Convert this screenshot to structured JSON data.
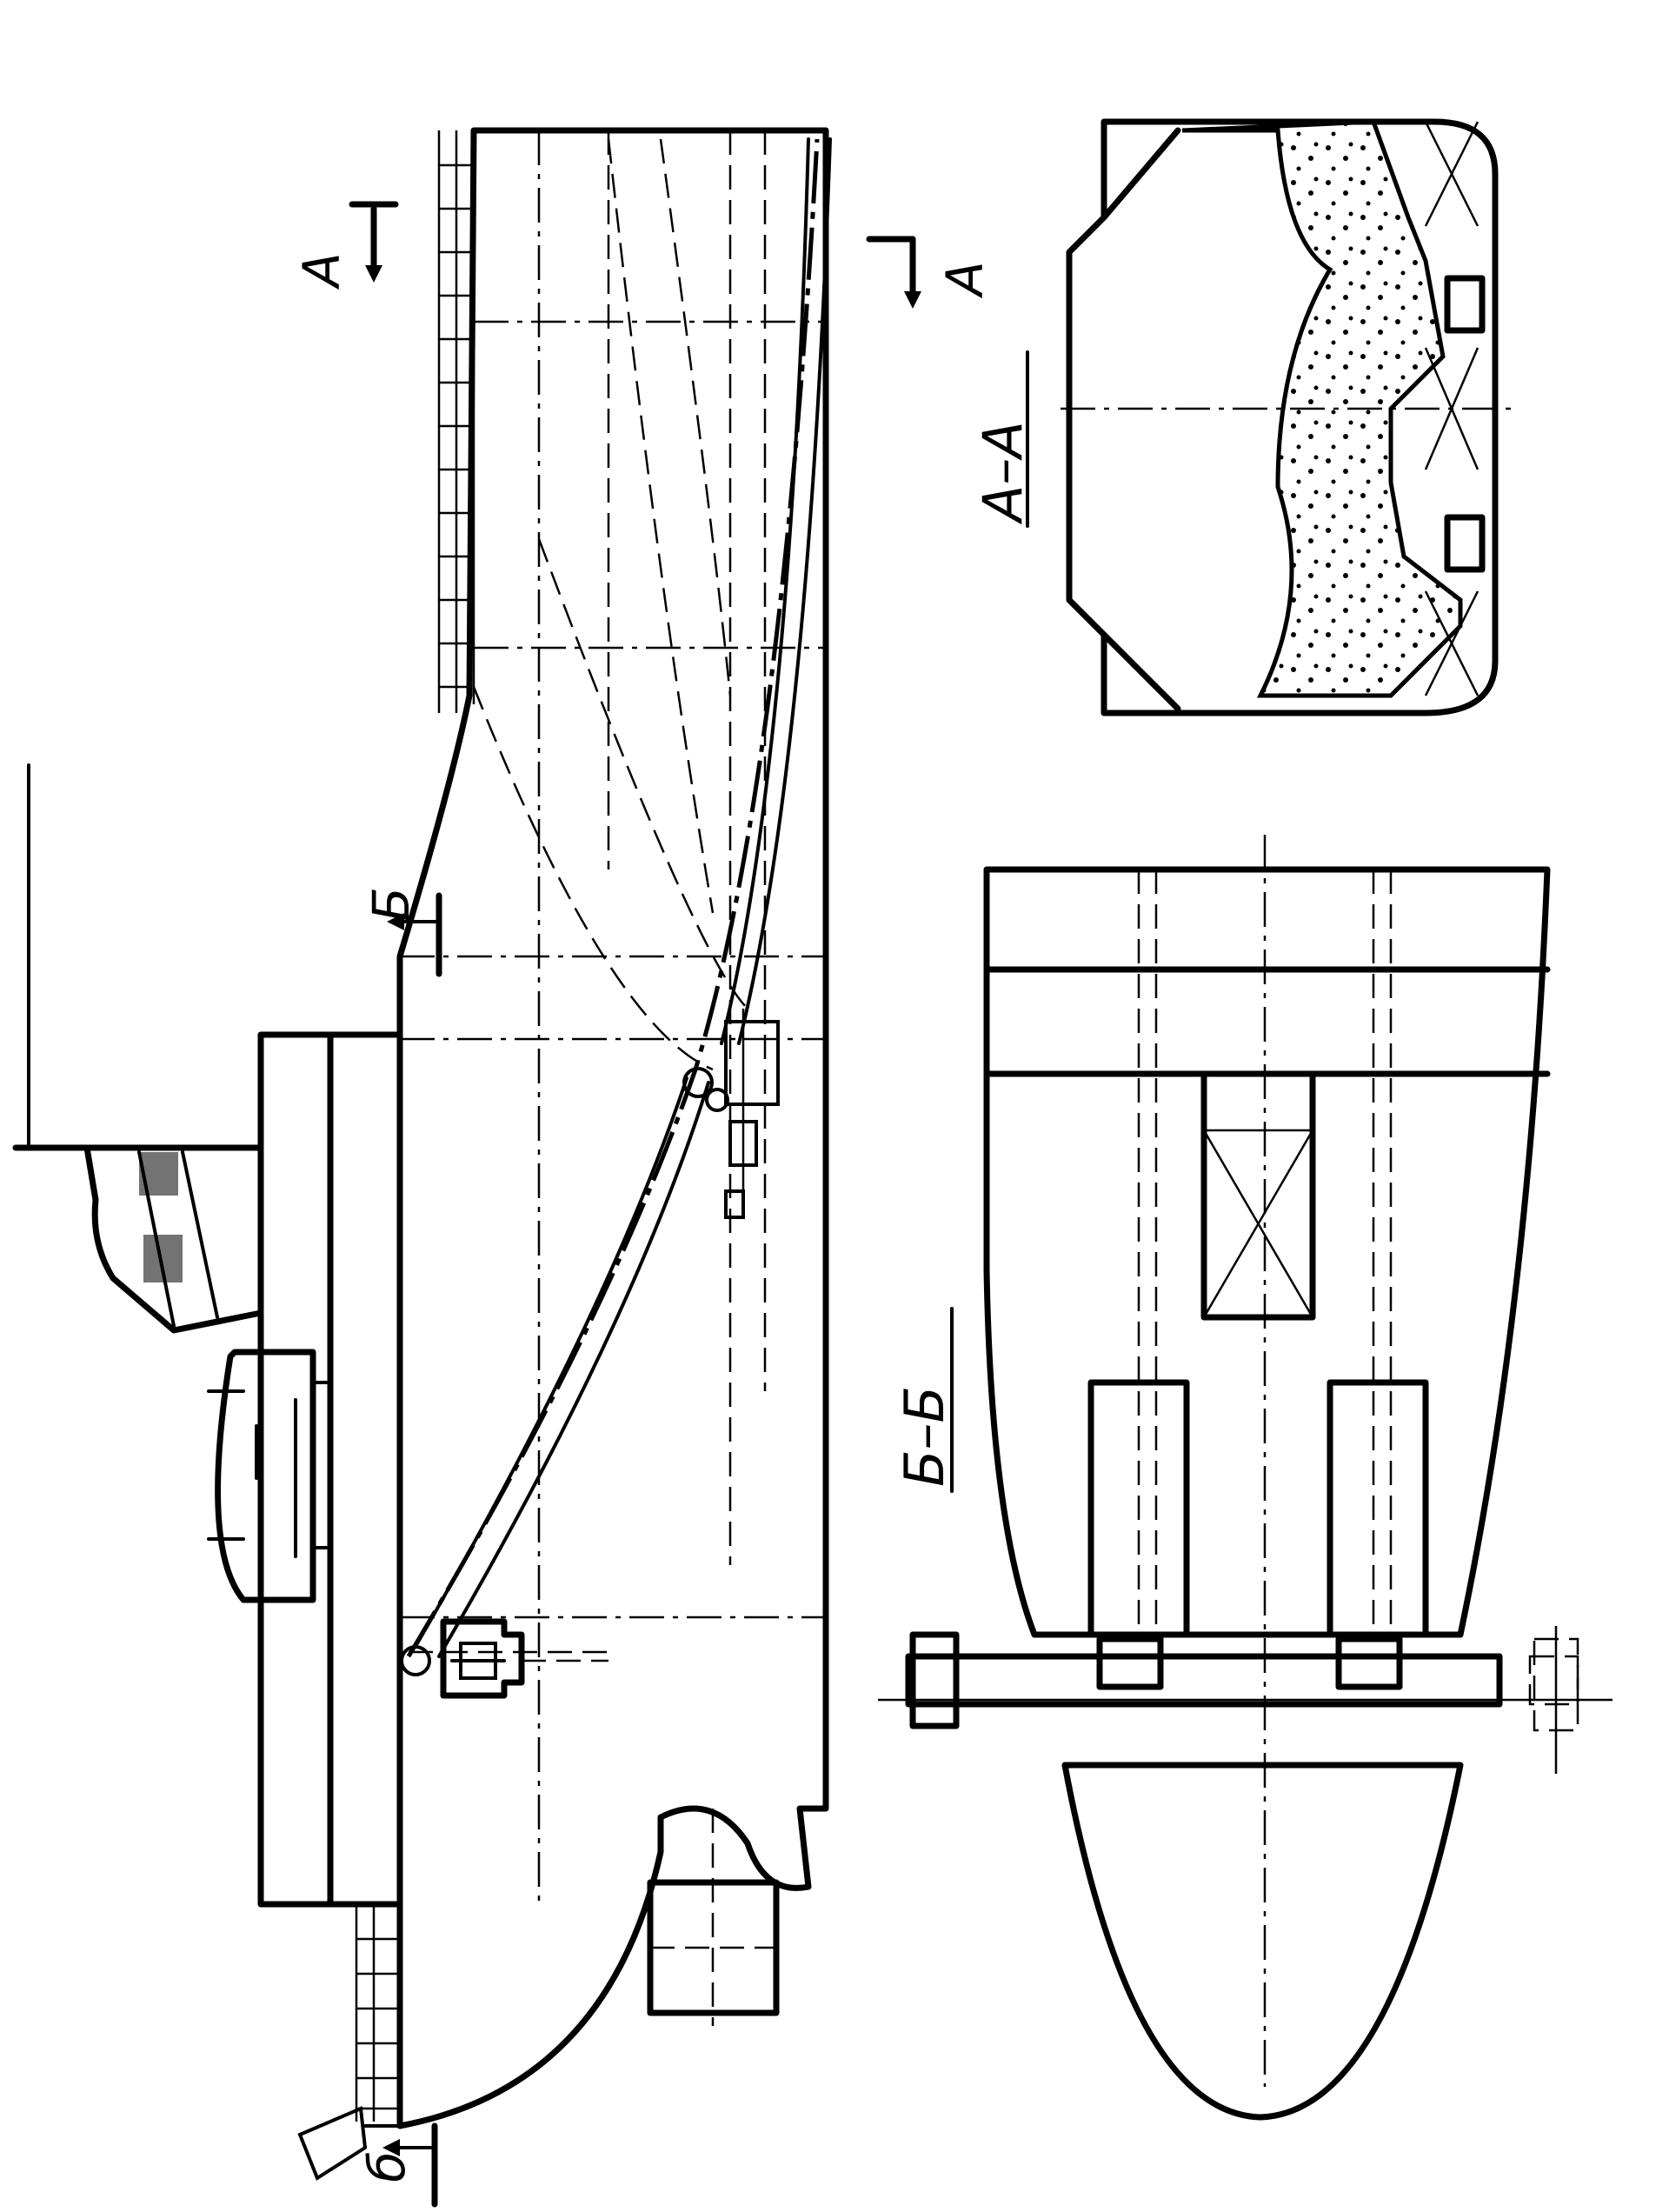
{
  "labels": {
    "section_a_top": "А",
    "section_a_bottom": "А",
    "section_b_top": "Б",
    "section_b_bottom": "б",
    "title_a_a": "А–А",
    "title_b_b": "Б–Б"
  }
}
